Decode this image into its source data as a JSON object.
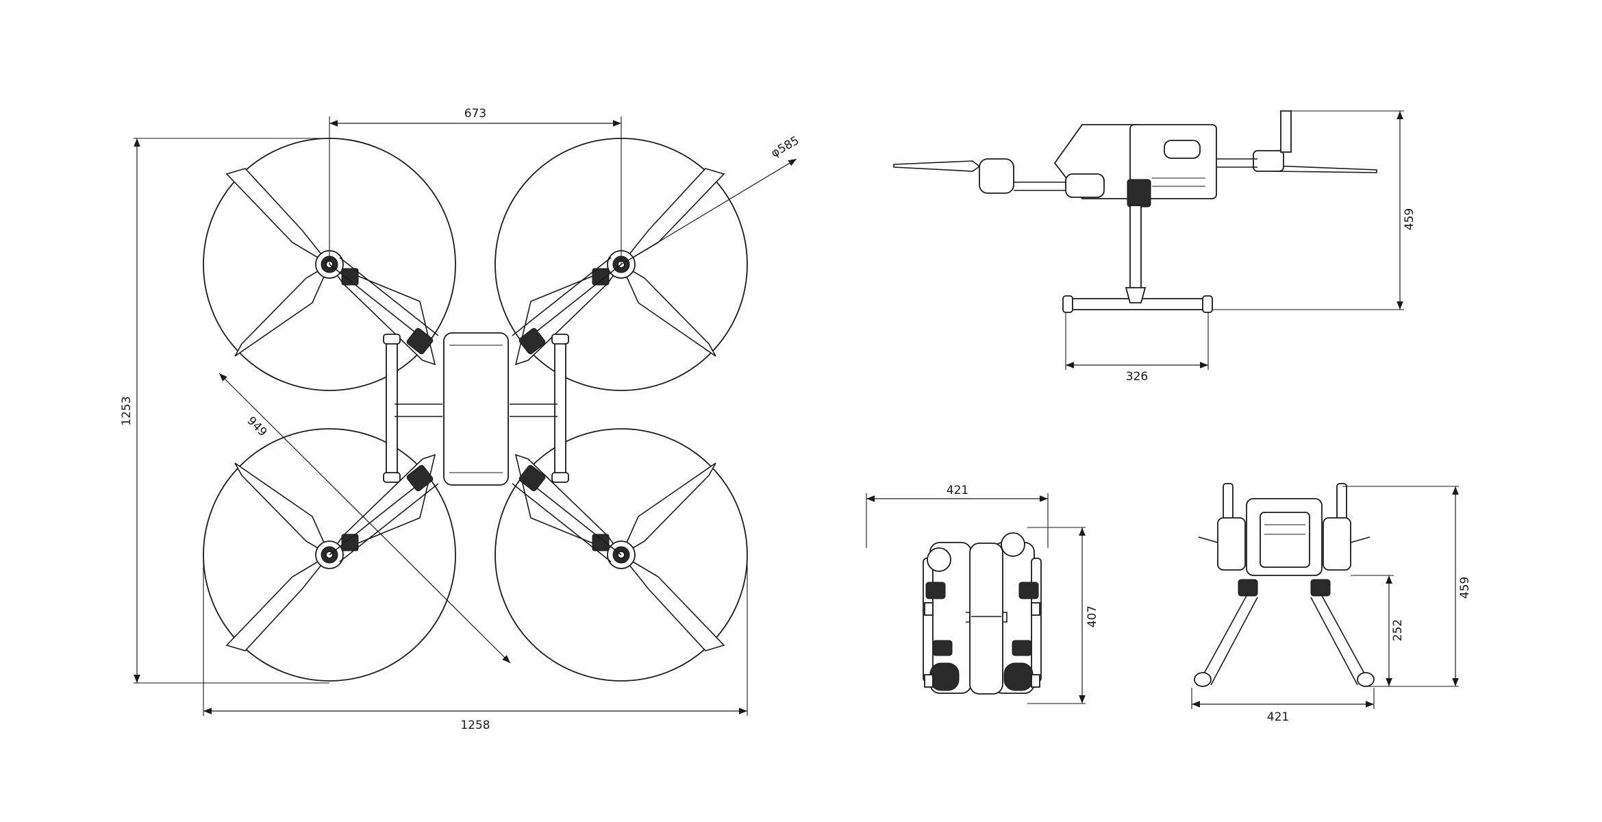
{
  "dimensions": {
    "top_motor_spacing": "673",
    "prop_diameter": "φ585",
    "diagonal_wheelbase": "949",
    "overall_length": "1253",
    "overall_width": "1258",
    "side_height": "459",
    "side_skid_width": "326",
    "folded_width": "421",
    "folded_length": "407",
    "front_height": "459",
    "front_body_height": "252",
    "front_leg_span": "421"
  }
}
